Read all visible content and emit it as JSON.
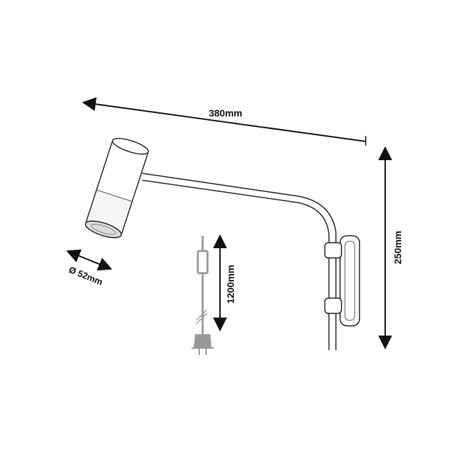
{
  "dimensions": {
    "width_label": "380mm",
    "height_label": "250mm",
    "diameter_label": "Ø 52mm",
    "cord_label": "1200mm"
  },
  "colors": {
    "line": "#111111",
    "cord": "#9a9a9a",
    "background": "#ffffff"
  }
}
